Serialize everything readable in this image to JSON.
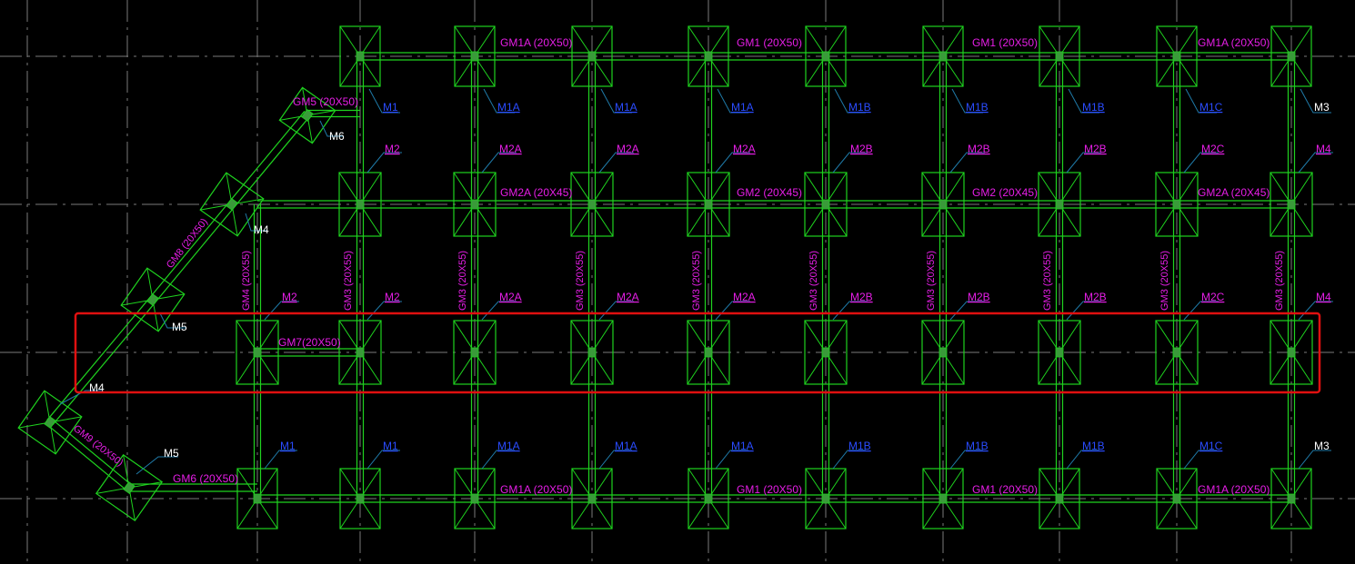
{
  "colors": {
    "background": "#000000",
    "structure": "#1fd31f",
    "column_fill": "#3a9a3a",
    "magenta": "#e61ee6",
    "blue": "#2a4cff",
    "white": "#ffffff",
    "leader": "#1f7aa8",
    "grid": "#7a7a7a",
    "selection": "#e01010"
  },
  "top_beams": [
    "GM1A (20X50)",
    "GM1 (20X50)",
    "GM1 (20X50)",
    "GM1A (20X50)"
  ],
  "row2_beams": [
    "GM2A (20X45)",
    "GM2 (20X45)",
    "GM2 (20X45)",
    "GM2A (20X45)"
  ],
  "bottom_beams": [
    "GM1A (20X50)",
    "GM1 (20X50)",
    "GM1 (20X50)",
    "GM1A (20X50)"
  ],
  "top_footings": [
    "M1",
    "M1A",
    "M1A",
    "M1A",
    "M1B",
    "M1B",
    "M1B",
    "M1C",
    "M3"
  ],
  "row2_footings": [
    "M2",
    "M2A",
    "M2A",
    "M2A",
    "M2B",
    "M2B",
    "M2B",
    "M2C",
    "M4"
  ],
  "row3_footings": [
    "M2",
    "M2",
    "M2A",
    "M2A",
    "M2A",
    "M2B",
    "M2B",
    "M2B",
    "M2C",
    "M4"
  ],
  "bottom_footings": [
    "M1",
    "M1",
    "M1A",
    "M1A",
    "M1A",
    "M1B",
    "M1B",
    "M1B",
    "M1C",
    "M3"
  ],
  "vertical_beams": [
    "GM4 (20X55)",
    "GM3 (20X55)",
    "GM3 (20X55)",
    "GM3 (20X55)",
    "GM3 (20X55)",
    "GM3 (20X55)",
    "GM3 (20X55)",
    "GM3 (20X55)",
    "GM3 (20X55)",
    "GM3 (20X55)"
  ],
  "diagonal": {
    "gm5": "GM5 (20X50)",
    "gm8": "GM8 (20X50)",
    "gm9": "GM9 (20X50)",
    "gm6": "GM6 (20X50)",
    "gm7": "GM7(20X50)",
    "m6": "M6",
    "m4_upper": "M4",
    "m5_upper": "M5",
    "m4_lower": "M4",
    "m5_lower": "M5"
  }
}
